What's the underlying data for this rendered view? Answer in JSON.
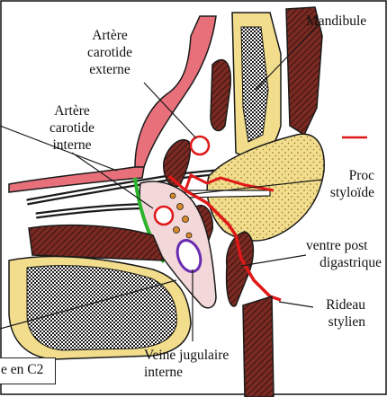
{
  "labels": {
    "mandibule": "Mandibule",
    "carotide_externe": [
      "Artère",
      "carotide",
      "externe"
    ],
    "carotide_interne": [
      "Artère",
      "carotide",
      "interne"
    ],
    "proc_styloide": [
      "Proc",
      "styloïde"
    ],
    "ventre_post": [
      "ventre post",
      "digastrique"
    ],
    "rideau": [
      "Rideau",
      "stylien"
    ],
    "veine_jugulaire": [
      "Veine jugulaire",
      "interne"
    ],
    "caption": "e en C2"
  },
  "colors": {
    "outline": "#1a1a1a",
    "muscle": "#7a2a22",
    "bone_yellow": "#f1dd8c",
    "mucosa_pink": "#e8707a",
    "carotid_red": "#e01818",
    "vein_purple": "#6a2bb0",
    "green_line": "#2ab52a",
    "lymph_orange": "#d98a2a",
    "pale_pink": "#f3d8da"
  }
}
